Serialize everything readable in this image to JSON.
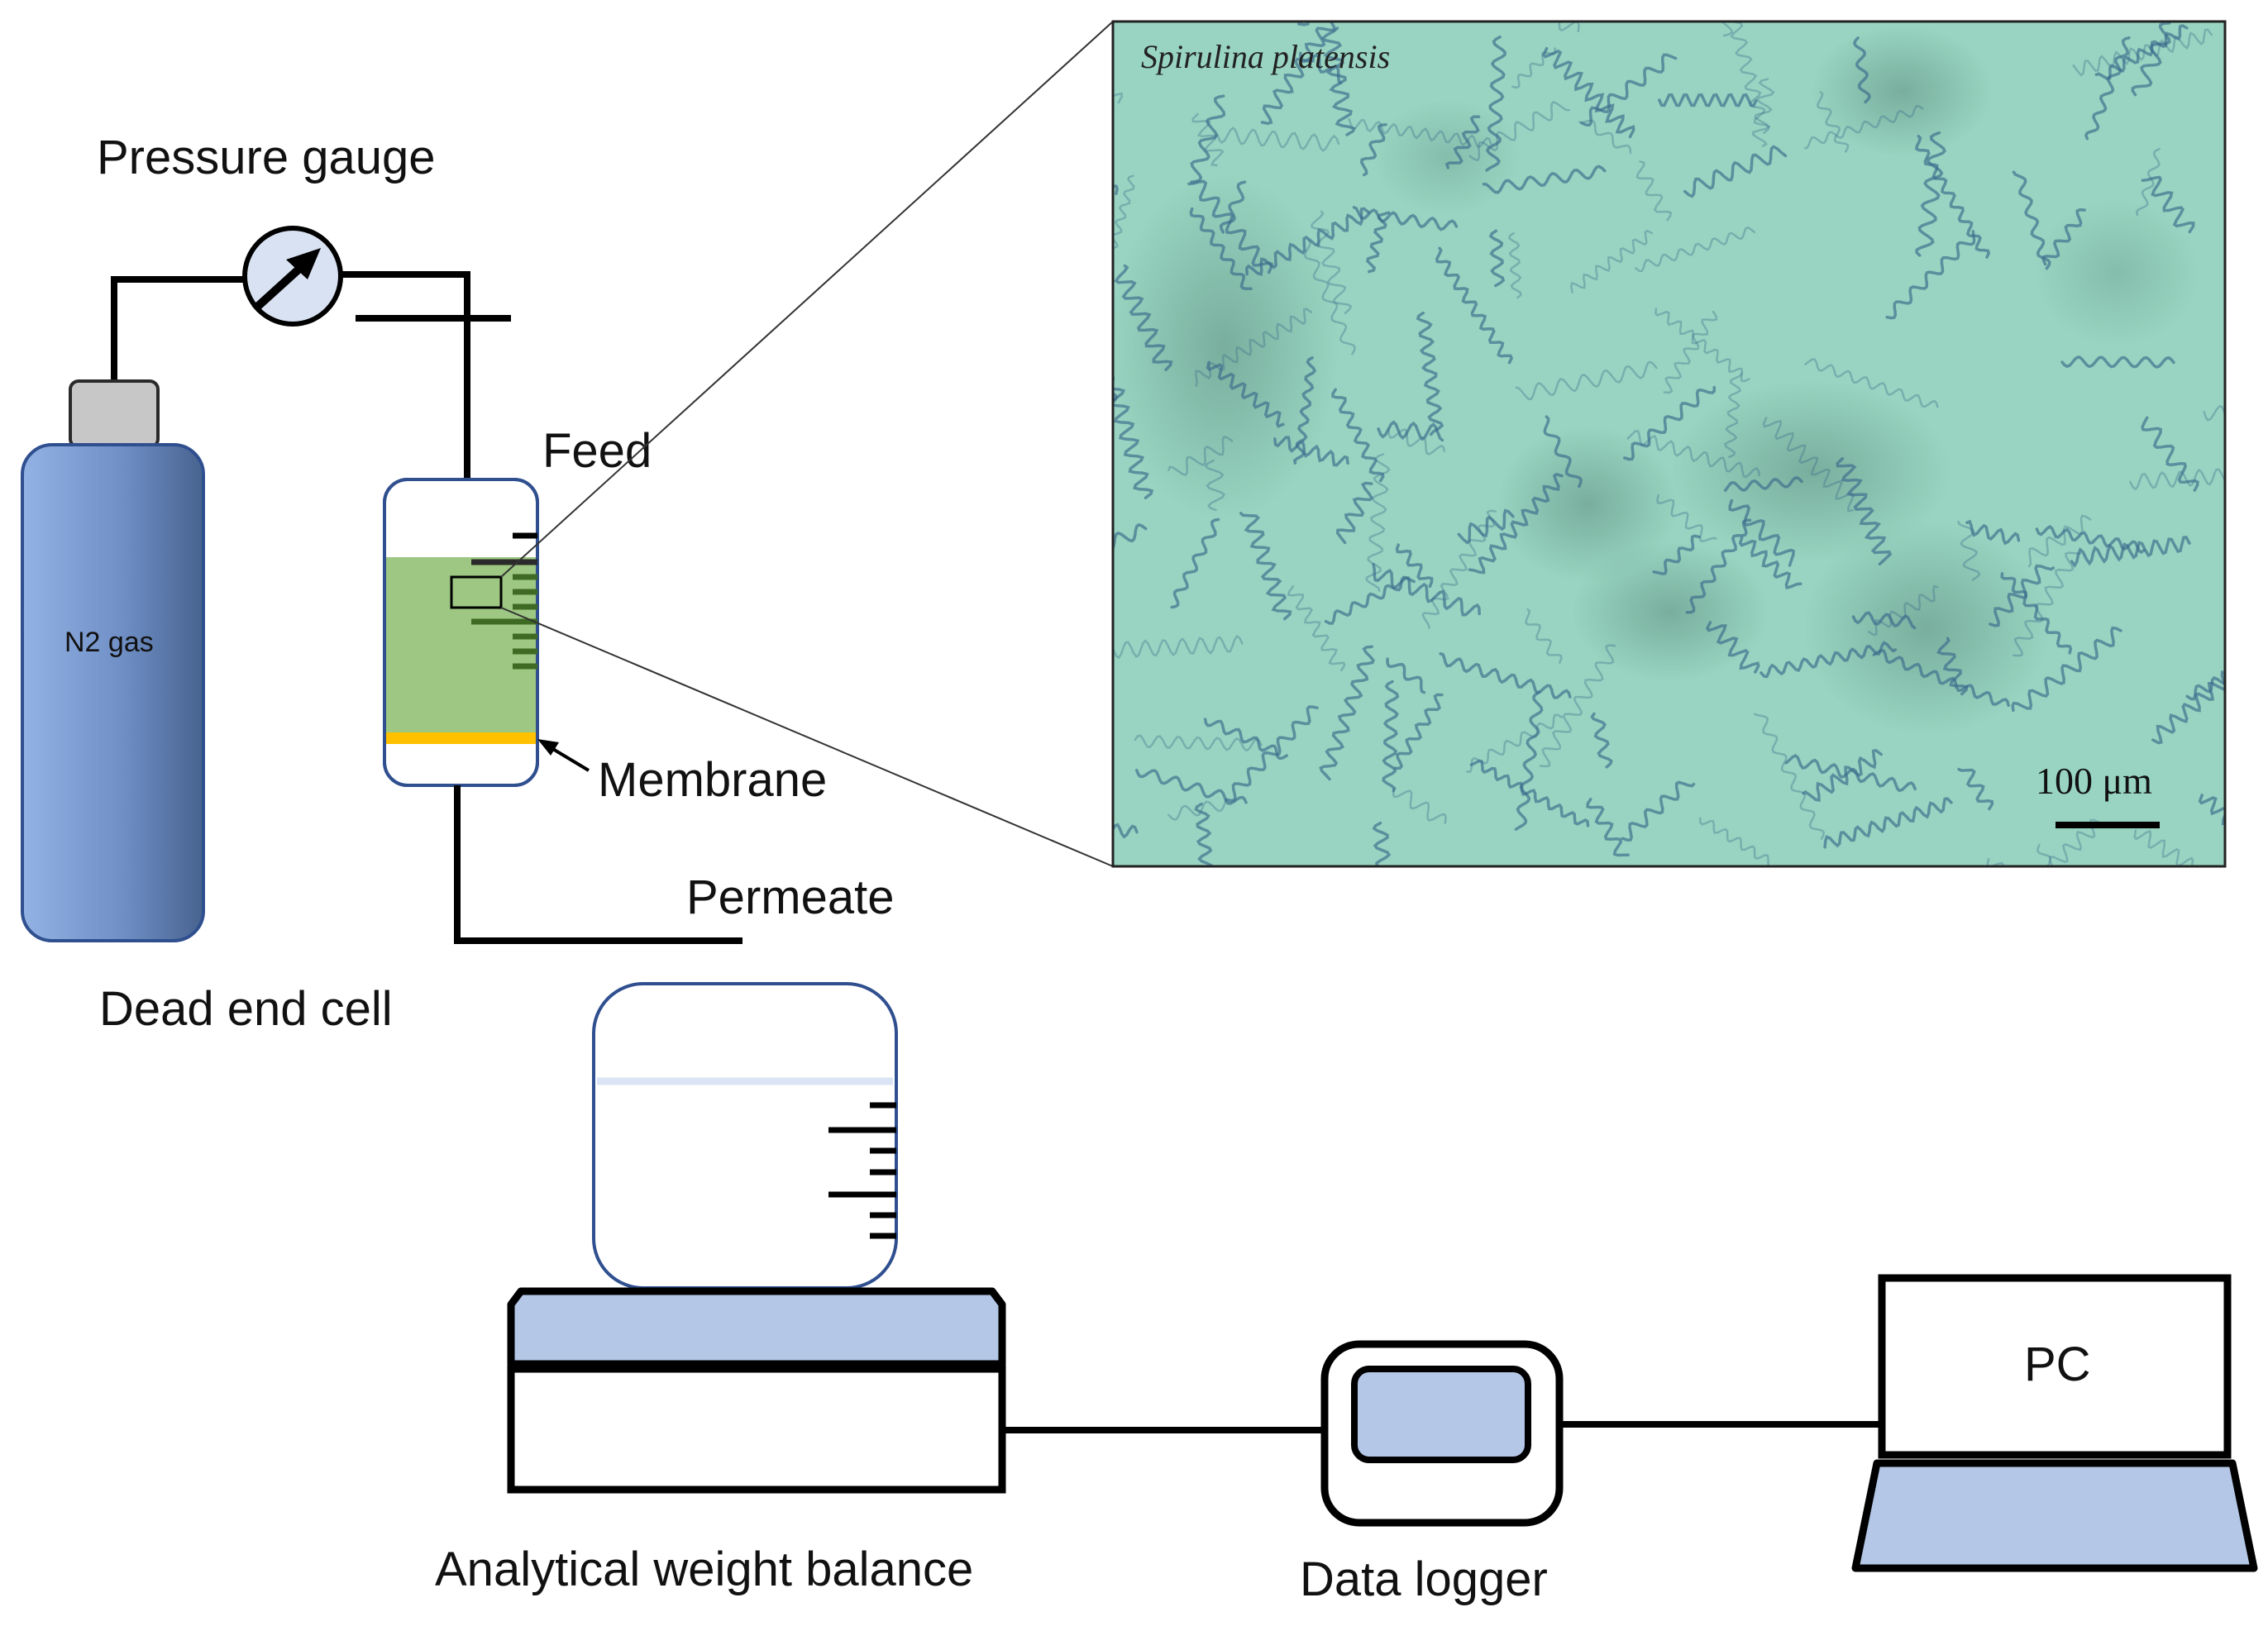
{
  "labels": {
    "pressure_gauge": "Pressure gauge",
    "feed": "Feed",
    "membrane": "Membrane",
    "permeate": "Permeate",
    "dead_end_cell": "Dead end cell",
    "gas_cylinder": "N2 gas",
    "balance": "Analytical weight balance",
    "data_logger": "Data logger",
    "pc": "PC"
  },
  "micrograph": {
    "species": "Spirulina platensis",
    "scale_bar": "100 μm"
  },
  "colors": {
    "cylinder_light": "#8faee0",
    "cylinder_dark": "#4a6898",
    "cylinder_cap": "#c7c7c7",
    "feed_liquid": "#9dc782",
    "membrane": "#ffc000",
    "equipment_fill": "#b4c7e7",
    "outline_blue": "#2f4f8f",
    "micrograph_bg": "#8fd0bb",
    "lines": "#000000"
  }
}
